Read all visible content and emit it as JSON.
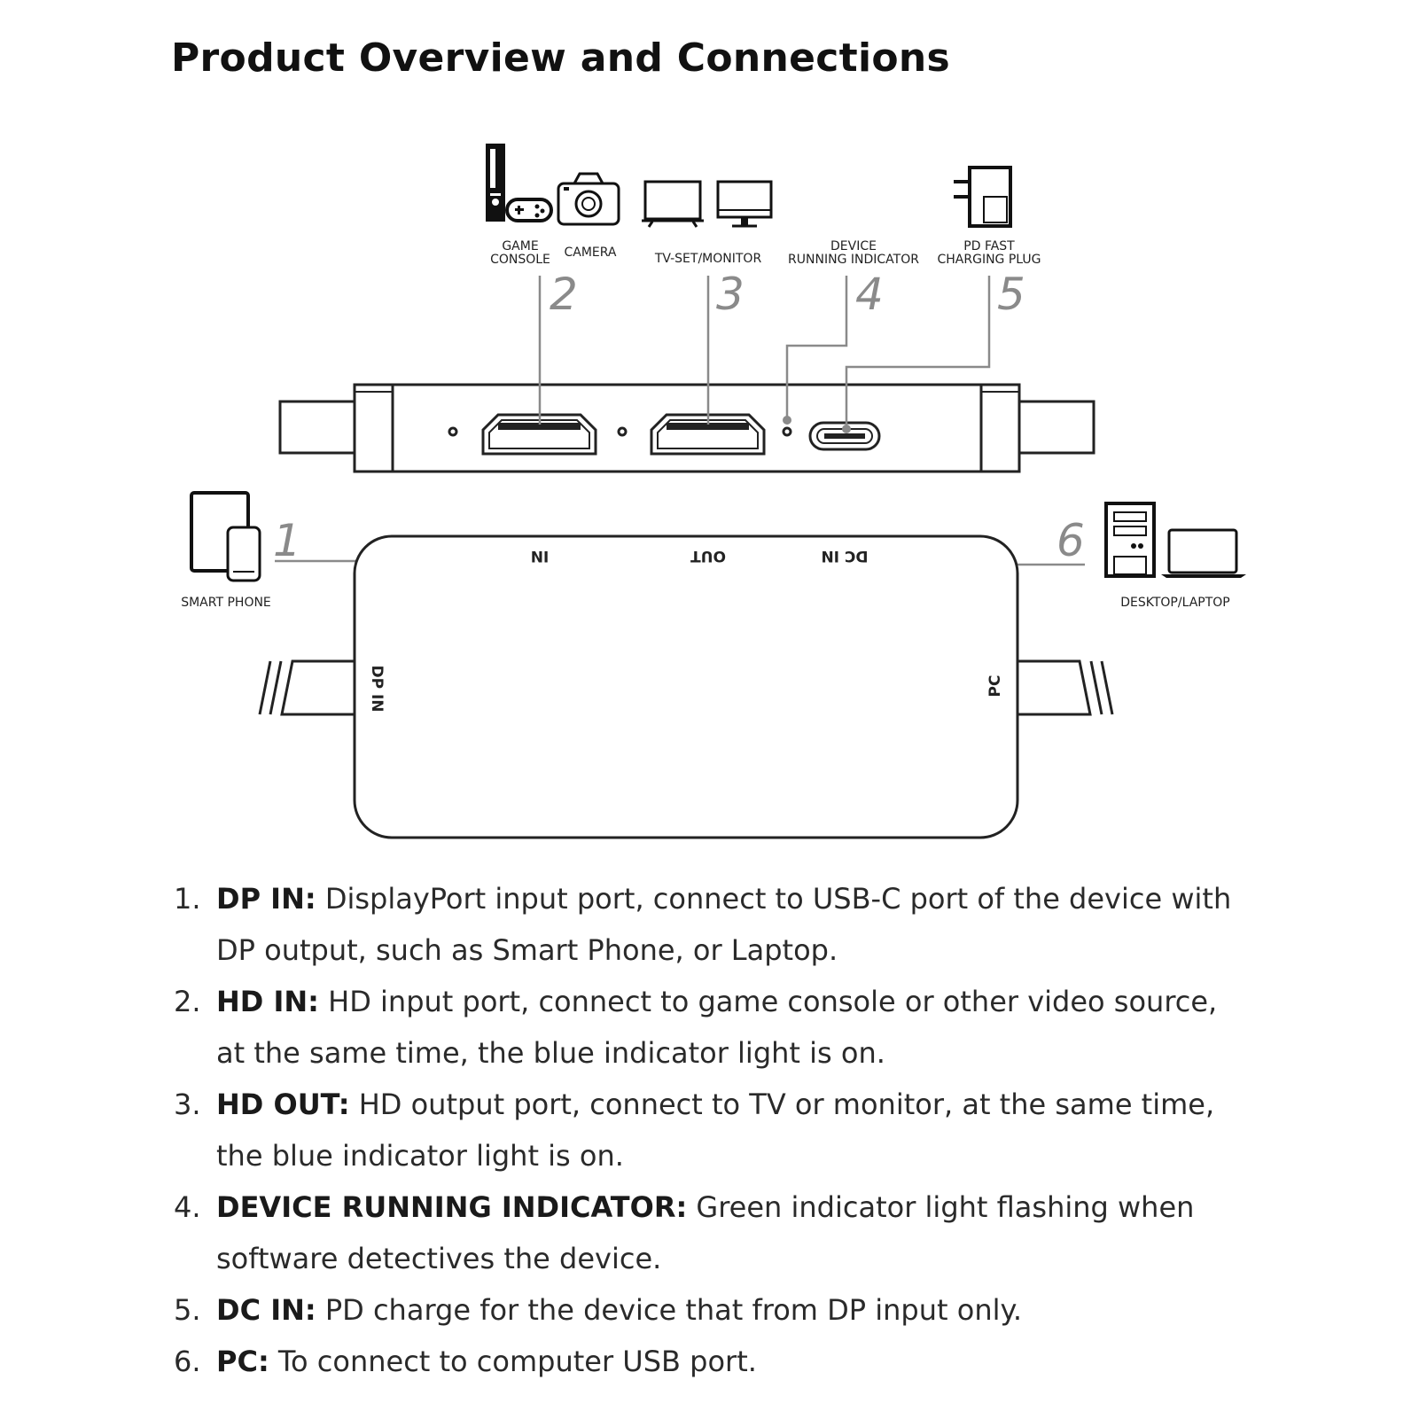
{
  "title": "Product Overview and Connections",
  "diagram": {
    "top_labels": {
      "game_console": [
        "GAME",
        "CONSOLE"
      ],
      "camera": "CAMERA",
      "tv_monitor": "TV-SET/MONITOR",
      "indicator": [
        "DEVICE",
        "RUNNING INDICATOR"
      ],
      "charging_plug": [
        "PD FAST",
        "CHARGING PLUG"
      ]
    },
    "side_labels": {
      "smart_phone": "SMART PHONE",
      "desktop_laptop": "DESKTOP/LAPTOP"
    },
    "callout_numbers": [
      "1",
      "2",
      "3",
      "4",
      "5",
      "6"
    ],
    "port_labels": {
      "in": "IN",
      "out": "OUT",
      "dc_in": "DC IN",
      "dp_in": "DP IN",
      "pc": "PC"
    }
  },
  "items": [
    {
      "n": "1.",
      "term": "DP IN:",
      "lines": [
        "DisplayPort input port, connect to USB-C port of the device with",
        "DP output, such as  Smart Phone, or Laptop."
      ]
    },
    {
      "n": "2.",
      "term": "HD IN:",
      "lines": [
        "HD input port, connect to game console or other video source,",
        "at the same time, the blue indicator light is on."
      ]
    },
    {
      "n": "3.",
      "term": "HD OUT:",
      "lines": [
        "HD output port, connect to TV or monitor, at the same time,",
        "the blue indicator light is on."
      ]
    },
    {
      "n": "4.",
      "term": "DEVICE RUNNING INDICATOR:",
      "lines": [
        "Green indicator light flashing when",
        "software detectives the device."
      ]
    },
    {
      "n": "5.",
      "term": "DC IN:",
      "lines": [
        "PD charge for the device that from DP input only."
      ]
    },
    {
      "n": "6.",
      "term": "PC:",
      "lines": [
        "To connect to computer USB port."
      ]
    }
  ]
}
